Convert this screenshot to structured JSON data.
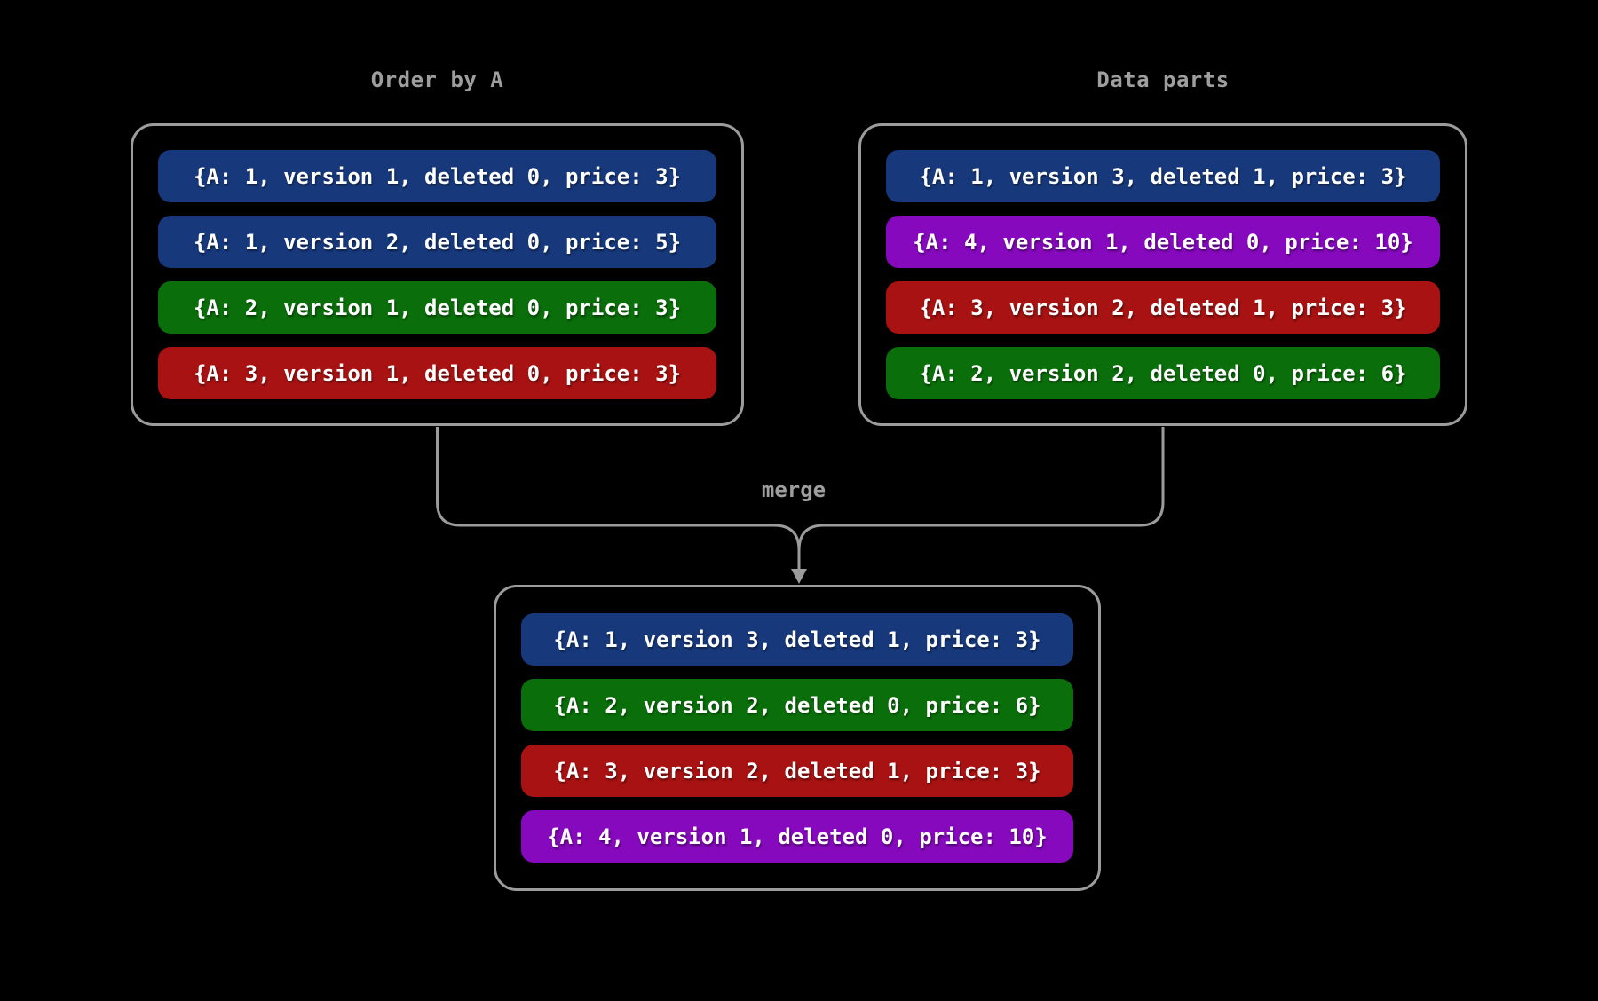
{
  "canvas": {
    "background": "#000000"
  },
  "colors": {
    "blue": "#17397c",
    "green": "#0a6e0a",
    "red": "#a81212",
    "purple": "#8609bd",
    "line": "#9c9c9c",
    "title_text": "#9e9e9e",
    "row_text": "#ffffff"
  },
  "left_panel": {
    "title": "Order by A",
    "rows": [
      {
        "color": "blue",
        "text": "{A: 1, version 1, deleted 0, price: 3}"
      },
      {
        "color": "blue",
        "text": "{A: 1, version 2, deleted 0, price: 5}"
      },
      {
        "color": "green",
        "text": "{A: 2, version 1, deleted 0, price: 3}"
      },
      {
        "color": "red",
        "text": "{A: 3, version 1, deleted 0, price: 3}"
      }
    ]
  },
  "right_panel": {
    "title": "Data parts",
    "rows": [
      {
        "color": "blue",
        "text": "{A: 1, version 3, deleted 1, price: 3}"
      },
      {
        "color": "purple",
        "text": "{A: 4, version 1, deleted 0, price: 10}"
      },
      {
        "color": "red",
        "text": "{A: 3, version 2, deleted 1, price: 3}"
      },
      {
        "color": "green",
        "text": "{A: 2, version 2, deleted 0, price: 6}"
      }
    ]
  },
  "merge": {
    "label": "merge"
  },
  "merged_panel": {
    "rows": [
      {
        "color": "blue",
        "text": "{A: 1, version 3, deleted 1, price: 3}"
      },
      {
        "color": "green",
        "text": "{A: 2, version 2, deleted 0, price: 6}"
      },
      {
        "color": "red",
        "text": "{A: 3, version 2, deleted 1, price: 3}"
      },
      {
        "color": "purple",
        "text": "{A: 4, version 1, deleted 0, price: 10}"
      }
    ]
  }
}
